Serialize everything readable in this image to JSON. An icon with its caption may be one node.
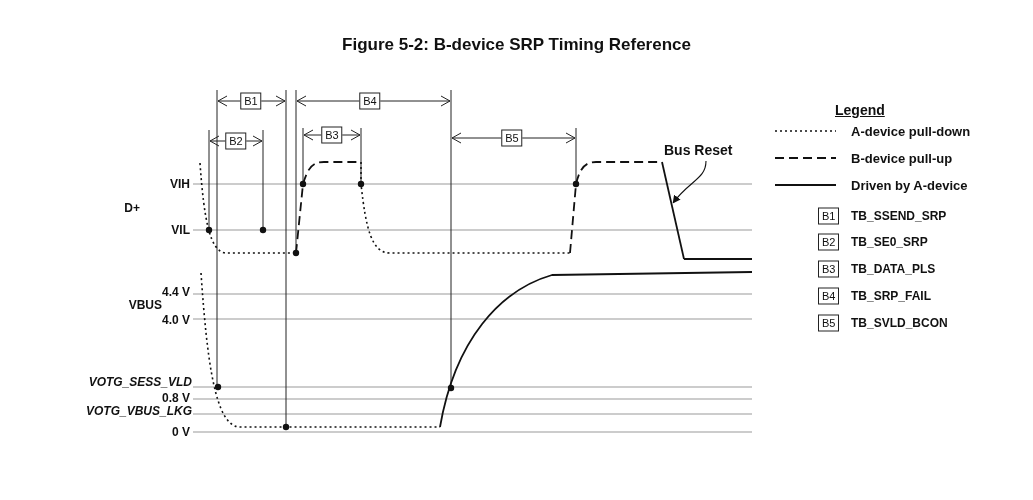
{
  "diagram": {
    "title": "Figure 5-2: B-device SRP Timing Reference",
    "nodes": [
      {
        "text": [
          "Bus Reset"
        ]
      },
      {
        "text": [],
        "shape": "line"
      }
    ],
    "edges": [
      {
        "from": 0,
        "to": 1,
        "arrow": "to"
      }
    ],
    "labels": [
      "B1",
      "B4",
      "B2",
      "B3",
      "B5",
      "VIH",
      "D+",
      "VIL",
      "4.4 V",
      "VBUS",
      "4.0 V",
      "VOTG_SESS_VLD",
      "0.8 V",
      "VOTG_VBUS_LKG",
      "0 V",
      "Legend",
      "B1",
      "TB_SSEND_SRP",
      "B2",
      "TB_SE0_SRP",
      "B3",
      "TB_DATA_PLS",
      "B4",
      "TB_SRP_FAIL",
      "B5",
      "TB_SVLD_BCON"
    ],
    "legend": [
      {
        "text": "A-device pull-down"
      },
      {
        "text": "B-device pull-up"
      },
      {
        "text": "Driven by A-device"
      }
    ]
  }
}
